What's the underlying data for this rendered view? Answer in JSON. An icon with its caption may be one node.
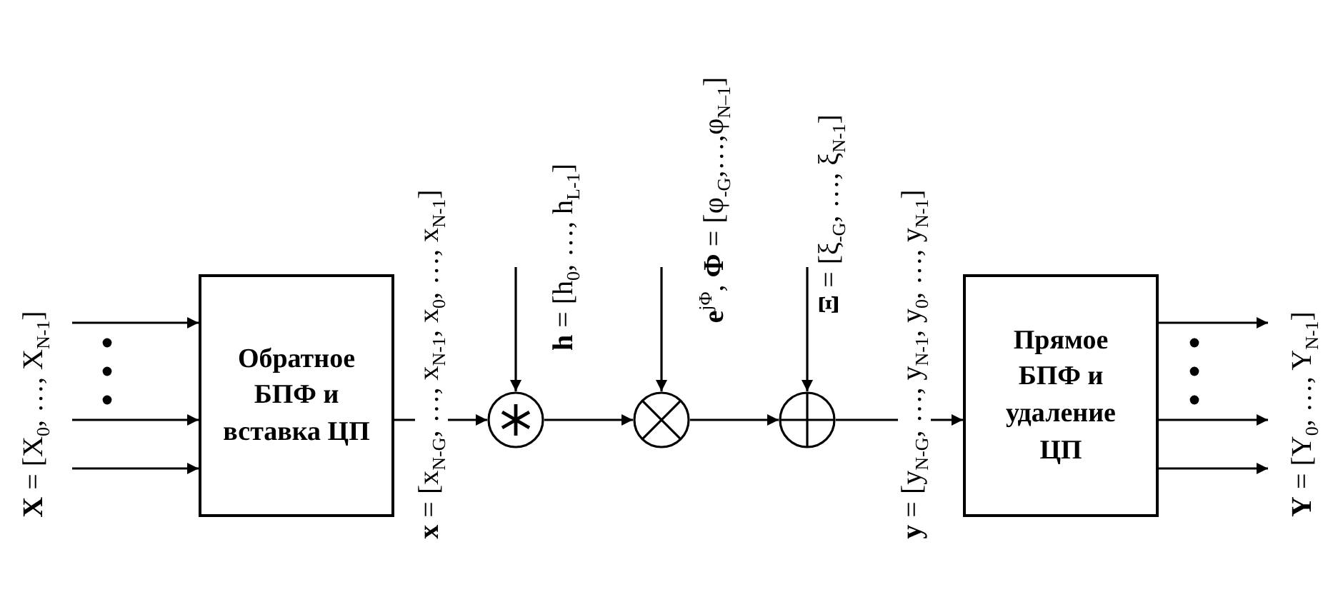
{
  "diagram": {
    "nodes": [
      {
        "text": [
          "Обратное БПФ и вставка ЦП"
        ]
      },
      {
        "text": [],
        "shape": "circle"
      },
      {
        "text": [],
        "shape": "circle"
      },
      {
        "text": [],
        "shape": "circle"
      },
      {
        "text": [
          "Прямое БПФ и удаление ЦП"
        ]
      },
      {
        "text": [
          "**X** = [X$_{0}$, …, X$_{N-1}$]"
        ]
      },
      {
        "text": [
          "**Y** = [Y$_{0}$, …, Y$_{N-1}$]"
        ]
      }
    ],
    "edges": [
      {
        "from": 5,
        "to": 0,
        "arrow": "to"
      },
      {
        "from": 5,
        "to": 0,
        "arrow": "to"
      },
      {
        "from": 5,
        "to": 0,
        "arrow": "to"
      },
      {
        "from": 0,
        "to": 1,
        "arrow": "to",
        "label": "**x** = [x$_{N-G}$, …, x$_{N-1}$, x$_{0}$, …, x$_{N-1}$]"
      },
      {
        "from": null,
        "to": 1,
        "arrow": "to",
        "label": "**h** = [h$_{0}$, …, h$_{L-1}$]"
      },
      {
        "from": 1,
        "to": 2,
        "arrow": "to"
      },
      {
        "from": null,
        "to": 2,
        "arrow": "to",
        "label": "**e**$^{jΦ}$,  **Φ** = [φ$_{-G}$,…,φ$_{N–1}$]"
      },
      {
        "from": 2,
        "to": 3,
        "arrow": "to"
      },
      {
        "from": null,
        "to": 3,
        "arrow": "to",
        "label": "**Ξ** = [ξ$_{-G}$, …, ξ$_{N-1}$]"
      },
      {
        "from": 3,
        "to": 4,
        "arrow": "to",
        "label": "**y** = [y$_{N-G}$, …, y$_{N-1}$, y$_{0}$, …, y$_{N-1}$]"
      },
      {
        "from": 4,
        "to": 6,
        "arrow": "to"
      },
      {
        "from": 4,
        "to": 6,
        "arrow": "to"
      },
      {
        "from": 4,
        "to": 6,
        "arrow": "to"
      }
    ]
  }
}
